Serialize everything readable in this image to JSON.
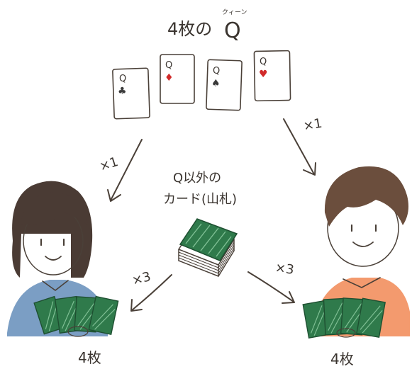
{
  "title": {
    "prefix": "4枚の",
    "main": "Q",
    "ruby": "クィーン"
  },
  "queens": [
    {
      "rank": "Q",
      "suit": "♣",
      "suit_name": "clubs",
      "color": "#3a3a3a"
    },
    {
      "rank": "Q",
      "suit": "♦",
      "suit_name": "diamonds",
      "color": "#d12a2a"
    },
    {
      "rank": "Q",
      "suit": "♠",
      "suit_name": "spades",
      "color": "#3a3a3a"
    },
    {
      "rank": "Q",
      "suit": "♥",
      "suit_name": "hearts",
      "color": "#d12a2a"
    }
  ],
  "arrows": {
    "queen_to_left": "×1",
    "queen_to_right": "×1",
    "deck_to_left": "×3",
    "deck_to_right": "×3"
  },
  "deck": {
    "line1": "Q以外の",
    "line2": "カード(山札)"
  },
  "players": {
    "left": {
      "card_count": "4枚",
      "shirt_color": "#6d93be"
    },
    "right": {
      "card_count": "4枚",
      "shirt_color": "#f39a6e"
    }
  },
  "colors": {
    "card_back": "#2f7a4b",
    "card_back_stripe": "#7fbf94",
    "skin": "#fbe8d8",
    "hair": "#4a3b34"
  }
}
